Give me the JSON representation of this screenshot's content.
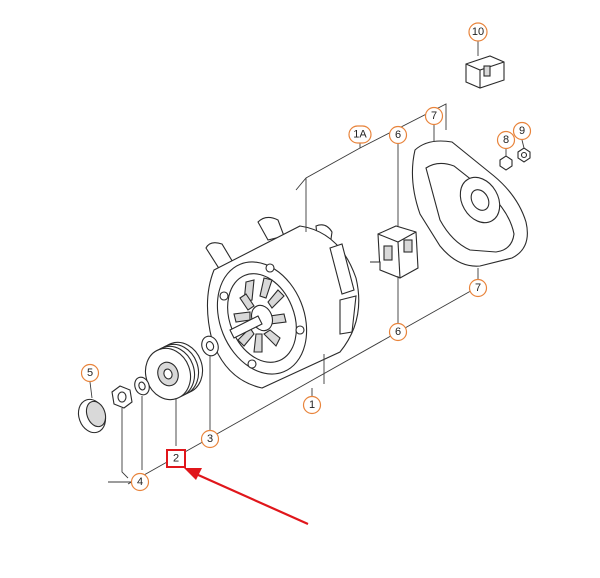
{
  "diagram": {
    "callouts": [
      {
        "id": "c10",
        "label": "10"
      },
      {
        "id": "c1A",
        "label": "1A"
      },
      {
        "id": "c6top",
        "label": "6"
      },
      {
        "id": "c7top",
        "label": "7"
      },
      {
        "id": "c8",
        "label": "8"
      },
      {
        "id": "c9",
        "label": "9"
      },
      {
        "id": "c7bottom",
        "label": "7"
      },
      {
        "id": "c6bottom",
        "label": "6"
      },
      {
        "id": "c1",
        "label": "1"
      },
      {
        "id": "c5",
        "label": "5"
      },
      {
        "id": "c3",
        "label": "3"
      },
      {
        "id": "c4",
        "label": "4"
      },
      {
        "id": "c2",
        "label": "2"
      }
    ],
    "highlighted_part": "2",
    "colors": {
      "callout_border": "#e8843c",
      "highlight": "#e0161b",
      "line_art": "#2b2b2b"
    }
  }
}
